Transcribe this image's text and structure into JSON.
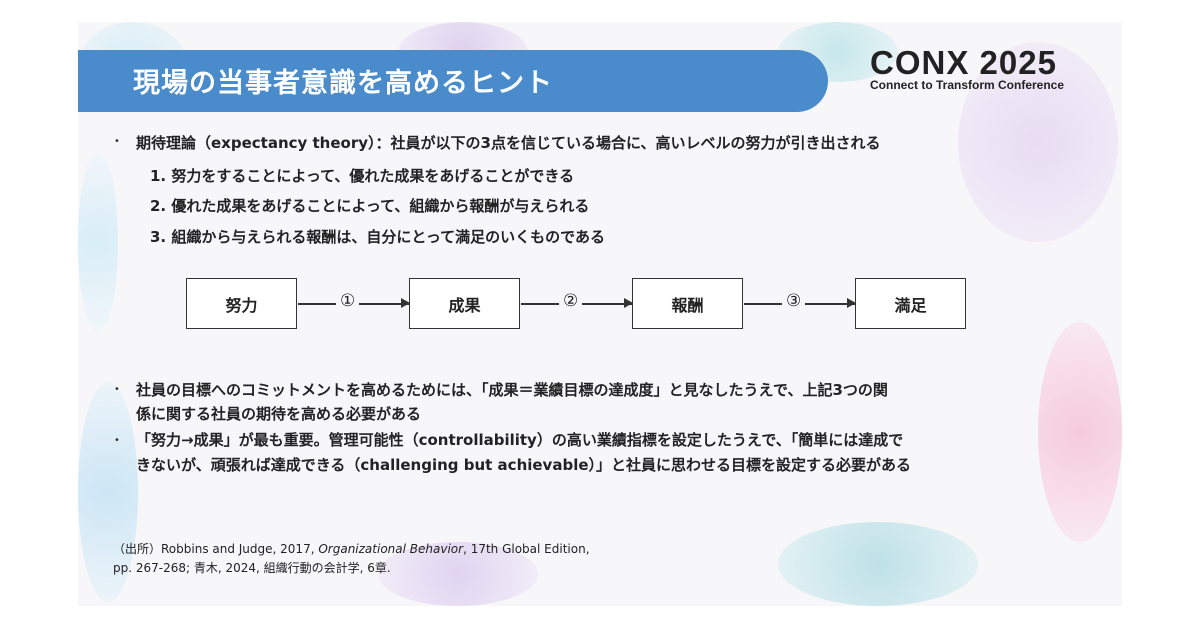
{
  "header": {
    "title": "現場の当事者意識を高めるヒント",
    "logo_main": "CONX 2025",
    "logo_sub": "Connect to Transform Conference"
  },
  "intro": "期待理論（expectancy theory）：社員が以下の3点を信じている場合に、高いレベルの努力が引き出される",
  "list": [
    "1. 努力をすることによって、優れた成果をあげることができる",
    "2. 優れた成果をあげることによって、組織から報酬が与えられる",
    "3. 組織から与えられる報酬は、自分にとって満足のいくものである"
  ],
  "flow": {
    "boxes": [
      "努力",
      "成果",
      "報酬",
      "満足"
    ],
    "links": [
      "①",
      "②",
      "③"
    ]
  },
  "bullets": [
    [
      "社員の目標へのコミットメントを高めるためには、「成果＝業績目標の達成度」と見なしたうえで、上記3つの関",
      "係に関する社員の期待を高める必要がある"
    ],
    [
      "「努力→成果」が最も重要。管理可能性（controllability）の高い業績指標を設定したうえで、「簡単には達成で",
      "きないが、頑張れば達成できる（challenging but achievable）」と社員に思わせる目標を設定する必要がある"
    ]
  ],
  "source": {
    "line1_a": "（出所）Robbins and Judge, 2017, ",
    "line1_italic": "Organizational Behavior",
    "line1_b": ", 17th Global Edition,",
    "line2": "pp. 267-268; 青木, 2024, 組織行動の会計学, 6章."
  }
}
